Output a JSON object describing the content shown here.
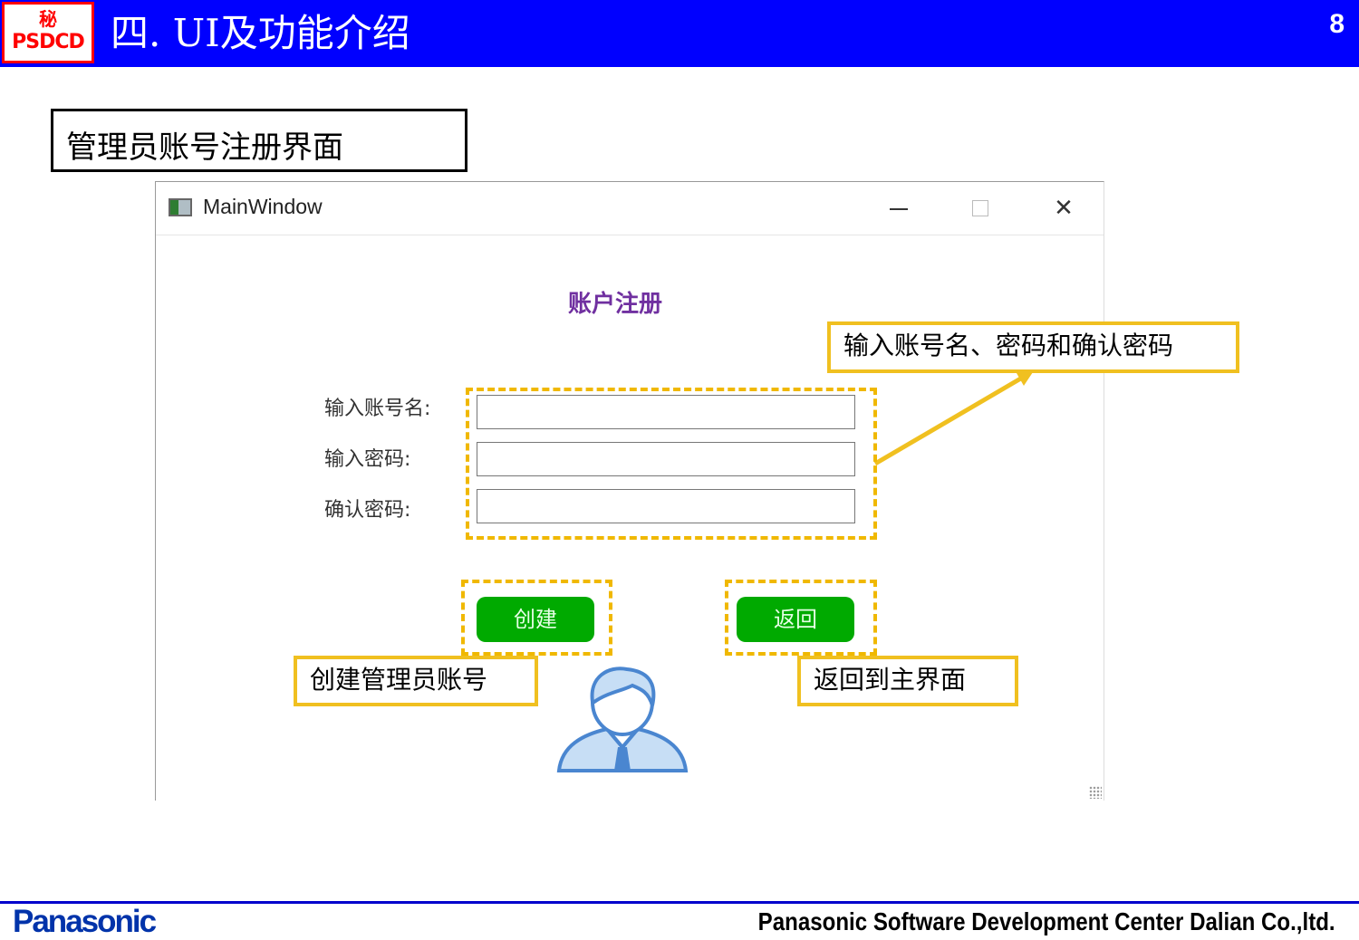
{
  "header": {
    "badge_mark": "秘",
    "badge_name": "PSDCD",
    "title": "四. UI及功能介绍",
    "page_number": "8"
  },
  "section": {
    "label": "管理员账号注册界面"
  },
  "window": {
    "title": "MainWindow",
    "controls": {
      "minimize": "minimize-icon",
      "maximize": "maximize-icon",
      "close": "close-icon"
    },
    "form": {
      "title": "账户注册",
      "fields": [
        {
          "label": "输入账号名:",
          "value": ""
        },
        {
          "label": "输入密码:",
          "value": ""
        },
        {
          "label": "确认密码:",
          "value": ""
        }
      ],
      "create_label": "创建",
      "back_label": "返回"
    }
  },
  "callouts": {
    "inputs": "输入账号名、密码和确认密码",
    "create": "创建管理员账号",
    "back": "返回到主界面"
  },
  "footer": {
    "brand": "Panasonic",
    "company": "Panasonic Software Development Center Dalian Co.,ltd."
  },
  "colors": {
    "header_bg": "#0000ff",
    "badge_red": "#ff0000",
    "form_title": "#7030a0",
    "button_green": "#00aa00",
    "callout_yellow": "#f0c020",
    "brand_blue": "#0033aa"
  }
}
